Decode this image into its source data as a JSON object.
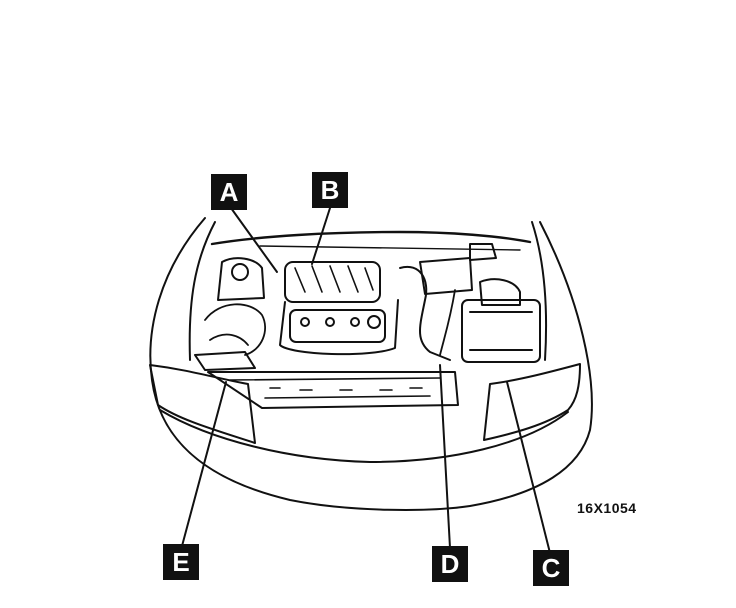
{
  "callouts": {
    "a": "A",
    "b": "B",
    "c": "C",
    "d": "D",
    "e": "E"
  },
  "figure_code": "16X1054"
}
